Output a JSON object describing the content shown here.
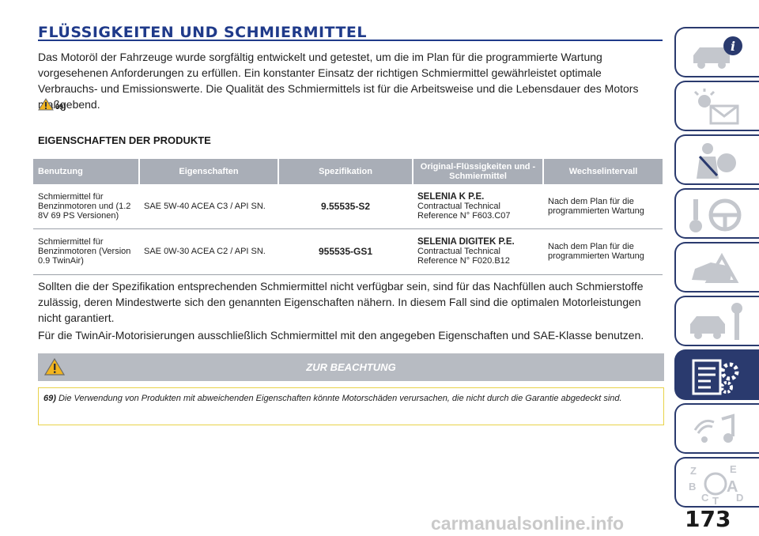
{
  "title": "FLÜSSIGKEITEN UND SCHMIERMITTEL",
  "intro": "Das Motoröl der Fahrzeuge wurde sorgfältig entwickelt und getestet, um die im Plan für die programmierte Wartung vorgesehenen Anforderungen zu erfüllen. Ein konstanter Einsatz der richtigen Schmiermittel gewährleistet optimale Verbrauchs- und Emissionswerte. Die Qualität des Schmiermittels ist für die Arbeitsweise und die Lebensdauer des Motors maßgebend.",
  "warning_ref": "69)",
  "subheading": "EIGENSCHAFTEN DER PRODUKTE",
  "table": {
    "headers": [
      "Benutzung",
      "Eigenschaften",
      "Spezifikation",
      "Original-Flüssigkeiten und -Schmiermittel",
      "Wechselintervall"
    ],
    "rows": [
      {
        "usage": "Schmiermittel für Benzinmotoren und (1.2 8V 69 PS Versionen)",
        "properties": "SAE 5W-40 ACEA C3 / API SN.",
        "spec": "9.55535-S2",
        "product_name": "SELENIA K P.E.",
        "product_ref": "Contractual Technical Reference N° F603.C07",
        "interval": "Nach dem Plan für die programmierten Wartung"
      },
      {
        "usage": "Schmiermittel für Benzinmotoren (Version 0.9 TwinAir)",
        "properties": "SAE 0W-30 ACEA C2 / API SN.",
        "spec": "955535-GS1",
        "product_name": "SELENIA DIGITEK P.E.",
        "product_ref": "Contractual Technical Reference N° F020.B12",
        "interval": "Nach dem Plan für die programmierten Wartung"
      }
    ]
  },
  "para2": "Sollten die der Spezifikation entsprechenden Schmiermittel nicht verfügbar sein, sind für das Nachfüllen auch Schmierstoffe zulässig, deren Mindestwerte sich den genannten Eigenschaften nähern. In diesem Fall sind die optimalen Motorleistungen nicht garantiert.",
  "para3": "Für die TwinAir-Motorisierungen ausschließlich Schmiermittel mit den angegeben Eigenschaften und SAE-Klasse benutzen.",
  "note": {
    "heading": "ZUR BEACHTUNG",
    "number": "69)",
    "text": "Die Verwendung von Produkten mit abweichenden Eigenschaften könnte Motorschäden verursachen, die nicht durch die Garantie abgedeckt sind."
  },
  "tabs": [
    {
      "icon": "car-info-icon"
    },
    {
      "icon": "warning-lights-envelope-icon"
    },
    {
      "icon": "seat-belt-airbag-icon"
    },
    {
      "icon": "key-steering-wheel-icon"
    },
    {
      "icon": "car-accident-icon"
    },
    {
      "icon": "car-wrench-icon"
    },
    {
      "icon": "technical-data-gears-icon"
    },
    {
      "icon": "multimedia-icon"
    },
    {
      "icon": "index-letters-icon"
    }
  ],
  "active_tab": 6,
  "index_letters": [
    "Z",
    "E",
    "B",
    "A",
    "C",
    "D",
    "T"
  ],
  "page_number": "173",
  "watermark": "carmanualsonline.info",
  "colors": {
    "title": "#1f3a8a",
    "table_header": "#a9aeb7",
    "tab_border": "#2a3a6e",
    "note_border": "#e8d24a"
  }
}
